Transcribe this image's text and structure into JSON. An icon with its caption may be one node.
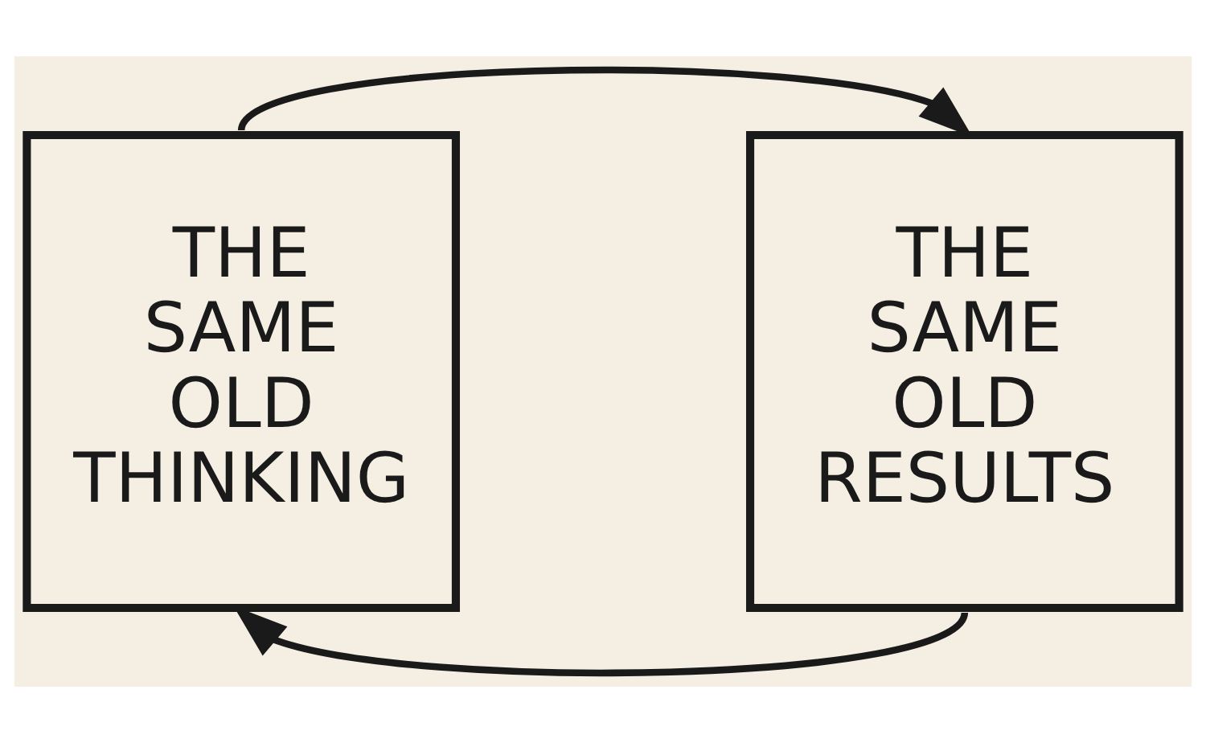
{
  "diagram": {
    "nodes": [
      {
        "text": [
          "THE SAME OLD THINKING"
        ]
      },
      {
        "text": [
          "THE SAME OLD RESULTS"
        ]
      }
    ],
    "edges": [
      {
        "from": 0,
        "to": 1,
        "arrow": "to"
      },
      {
        "from": 1,
        "to": 0,
        "arrow": "to"
      }
    ]
  }
}
